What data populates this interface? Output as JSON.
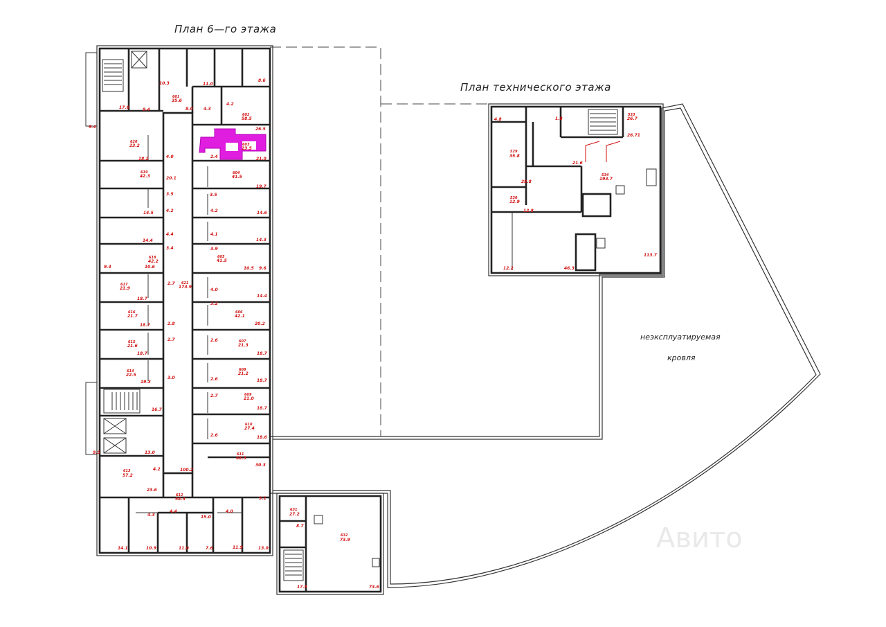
{
  "titles": {
    "floor6": "План 6—го этажа",
    "technical": "План технического этажа"
  },
  "roof_label": {
    "line1": "неэксплуатируемая",
    "line2": "кровля"
  },
  "watermark": "Авито",
  "highlight_color": "#e01ee0",
  "area_color": "#d20f0f",
  "rooms_floor6_left": [
    {
      "id": "620",
      "area": "23.2"
    },
    {
      "id": "619",
      "area": "42.3"
    },
    {
      "id": "618",
      "area": "42.2"
    },
    {
      "id": "617",
      "area": "21.9"
    },
    {
      "id": "616",
      "area": "21.7"
    },
    {
      "id": "615",
      "area": "21.6"
    },
    {
      "id": "614",
      "area": "22.5"
    },
    {
      "id": "613",
      "area": "57.2"
    },
    {
      "id": "612",
      "area": "58.3"
    },
    {
      "id": "621",
      "area": "173.9"
    },
    {
      "id": "601",
      "area": "35.6"
    }
  ],
  "rooms_floor6_right": [
    {
      "id": "602",
      "area": "58.5"
    },
    {
      "id": "603",
      "area": "23.5"
    },
    {
      "id": "604",
      "area": "41.5"
    },
    {
      "id": "605",
      "area": "41.5"
    },
    {
      "id": "606",
      "area": "42.1"
    },
    {
      "id": "607",
      "area": "21.3"
    },
    {
      "id": "608",
      "area": "21.2"
    },
    {
      "id": "609",
      "area": "21.0"
    },
    {
      "id": "610",
      "area": "27.4"
    },
    {
      "id": "611",
      "area": "68.3"
    }
  ],
  "rooms_annex": [
    {
      "id": "631",
      "area": "27.2"
    },
    {
      "id": "632",
      "area": "73.9"
    }
  ],
  "rooms_technical": [
    {
      "id": "529",
      "area": "35.8"
    },
    {
      "id": "530",
      "area": "12.9"
    },
    {
      "id": "533",
      "area": "26.7"
    },
    {
      "id": "534",
      "area": "193.7"
    }
  ],
  "sub_areas_left": [
    "17.6",
    "9.4",
    "9.4",
    "18.2",
    "4.0",
    "20.1",
    "3.5",
    "14.5",
    "4.2",
    "4.4",
    "14.4",
    "3.4",
    "9.4",
    "10.6",
    "2.7",
    "18.7",
    "2.8",
    "18.7",
    "2.7",
    "18.7",
    "3.0",
    "19.3",
    "16.7",
    "13.0",
    "4.2",
    "23.6",
    "4.3",
    "4.4",
    "14.1",
    "10.9",
    "11.0",
    "7.6",
    "9.5",
    "100.2",
    "10.3",
    "8.0",
    "4.3",
    "11.0",
    "8.6",
    "15.0"
  ],
  "sub_areas_right": [
    "4.2",
    "26.5",
    "2.4",
    "21.0",
    "3.5",
    "19.7",
    "4.2",
    "14.6",
    "4.1",
    "14.3",
    "3.9",
    "10.5",
    "9.6",
    "4.0",
    "14.4",
    "3.2",
    "20.2",
    "2.6",
    "18.7",
    "2.6",
    "18.7",
    "2.7",
    "18.7",
    "2.6",
    "18.6",
    "30.3",
    "9.1",
    "4.0",
    "11.9",
    "13.0"
  ],
  "sub_areas_annex": [
    "8.7",
    "17.5",
    "73.6"
  ],
  "sub_areas_technical": [
    "4.8",
    "1.8",
    "26.71",
    "28.8",
    "21.6",
    "12.8",
    "12.2",
    "46.3",
    "113.7"
  ]
}
